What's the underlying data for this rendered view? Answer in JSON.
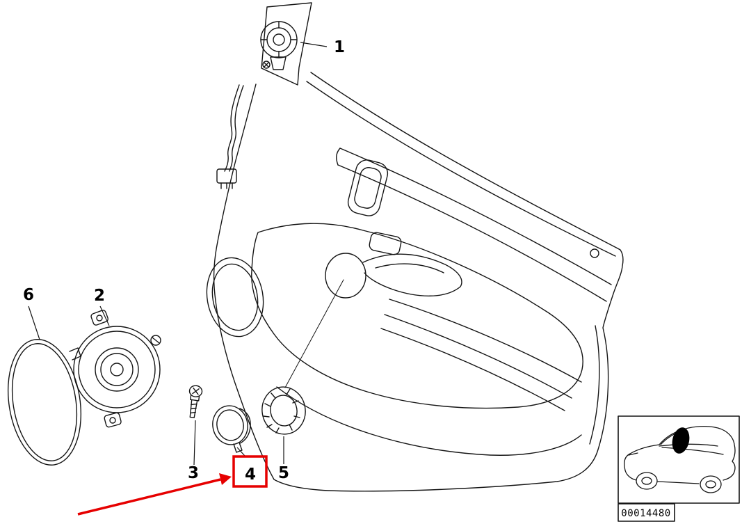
{
  "callouts": {
    "c1": "1",
    "c2": "2",
    "c3": "3",
    "c4": "4",
    "c5": "5",
    "c6": "6"
  },
  "highlighted_part": "4",
  "colors": {
    "line": "#141414",
    "highlight": "#e60000",
    "background": "#ffffff"
  },
  "inset": {
    "part_number": "00014480"
  }
}
